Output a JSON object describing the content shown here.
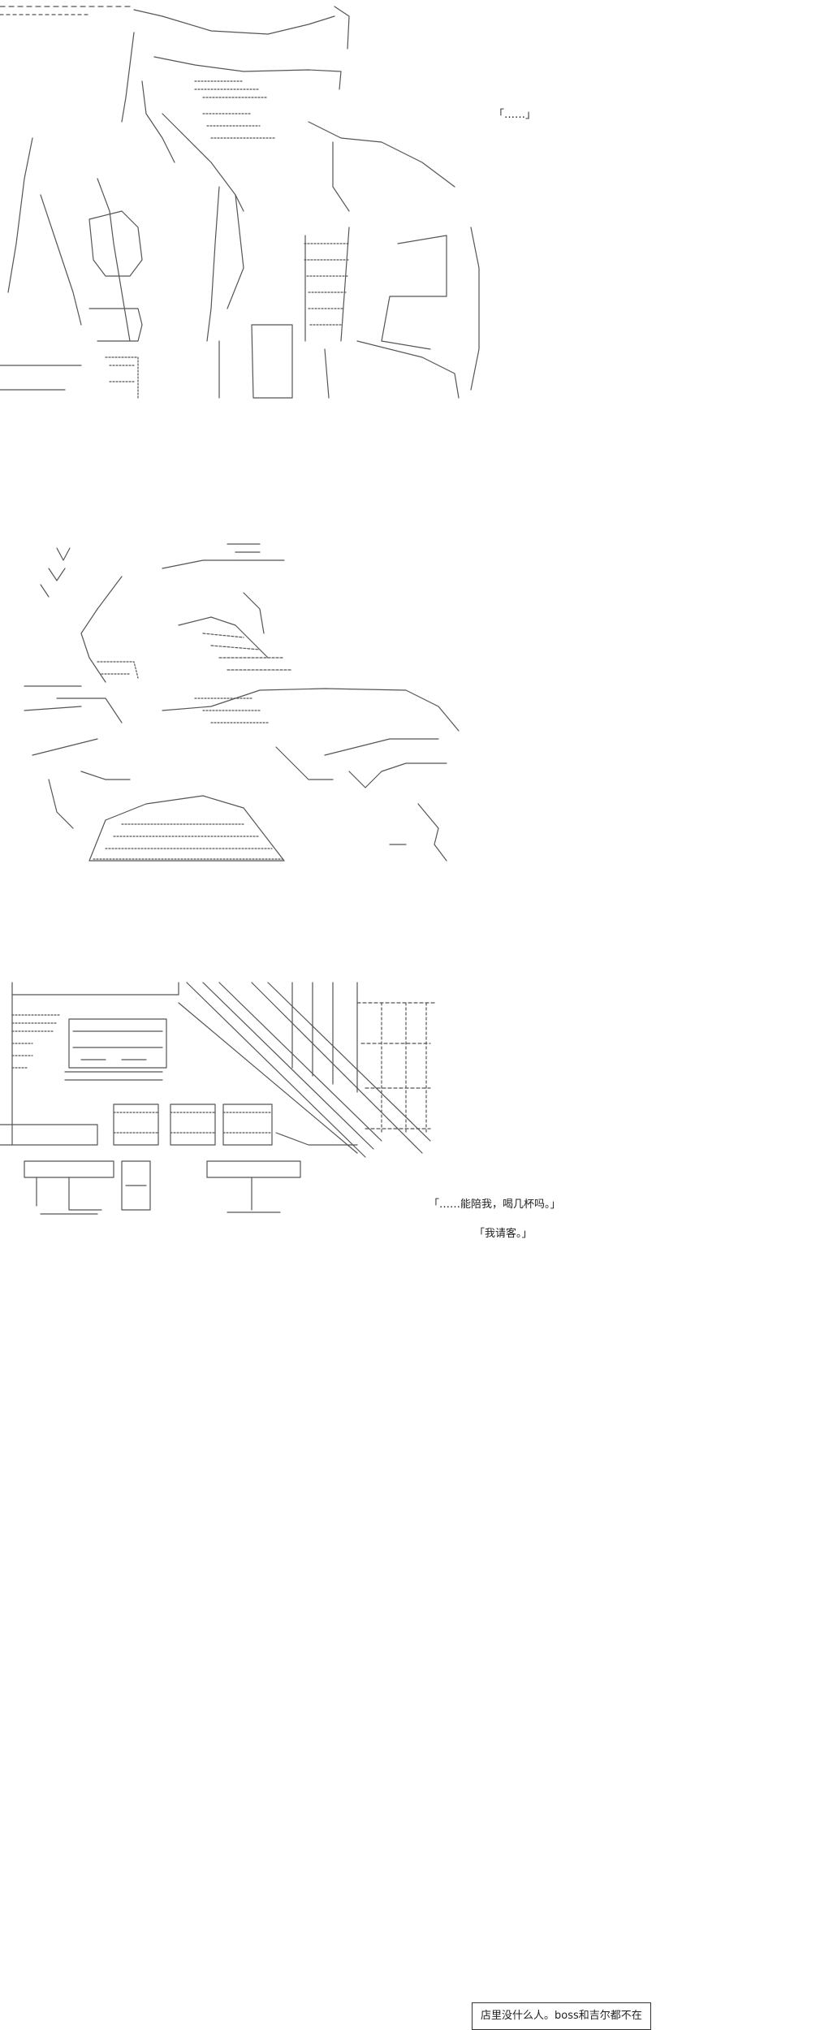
{
  "panels": [
    {
      "dialogue": [
        "「……」"
      ]
    },
    {
      "dialogue": [
        "「……能陪我，喝几杯吗。」",
        "「我请客。」"
      ]
    },
    {
      "caption": "店里没什么人。boss和吉尔都不在"
    }
  ],
  "colors": {
    "ink": "#333333",
    "text": "#222222",
    "background": "#ffffff"
  }
}
